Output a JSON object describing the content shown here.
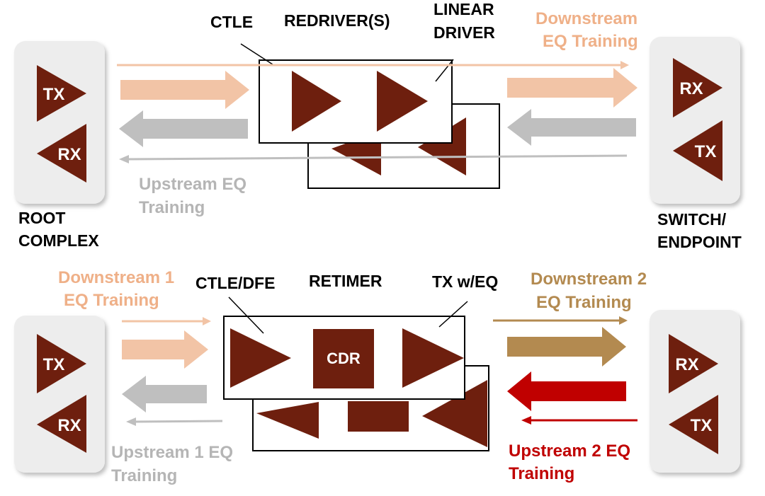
{
  "colors": {
    "device_fill": "#ededed",
    "block_fill": "#6e1f0e",
    "downstream": "#f2c4a6",
    "downstream_text": "#efb088",
    "upstream": "#bfbfbf",
    "upstream_text": "#b5b5b5",
    "downstream2": "#b38a50",
    "upstream2": "#c00000",
    "label": "#000000"
  },
  "top": {
    "ctle_label": "CTLE",
    "redriver_label": "REDRIVER(S)",
    "linear_driver_label_line1": "LINEAR",
    "linear_driver_label_line2": "DRIVER",
    "downstream_line1": "Downstream",
    "downstream_line2": "EQ Training",
    "upstream_line1": "Upstream EQ",
    "upstream_line2": "Training",
    "root_line1": "ROOT",
    "root_line2": "COMPLEX",
    "switch_line1": "SWITCH/",
    "switch_line2": "ENDPOINT",
    "root_tx": "TX",
    "root_rx": "RX",
    "switch_rx": "RX",
    "switch_tx": "TX"
  },
  "bottom": {
    "ctle_dfe_label": "CTLE/DFE",
    "retimer_label": "RETIMER",
    "tx_eq_label": "TX w/EQ",
    "cdr_label": "CDR",
    "downstream1_line1": "Downstream 1",
    "downstream1_line2": "EQ Training",
    "upstream1_line1": "Upstream 1 EQ",
    "upstream1_line2": "Training",
    "downstream2_line1": "Downstream 2",
    "downstream2_line2": "EQ Training",
    "upstream2_line1": "Upstream 2 EQ",
    "upstream2_line2": "Training",
    "root_tx": "TX",
    "root_rx": "RX",
    "switch_rx": "RX",
    "switch_tx": "TX"
  }
}
